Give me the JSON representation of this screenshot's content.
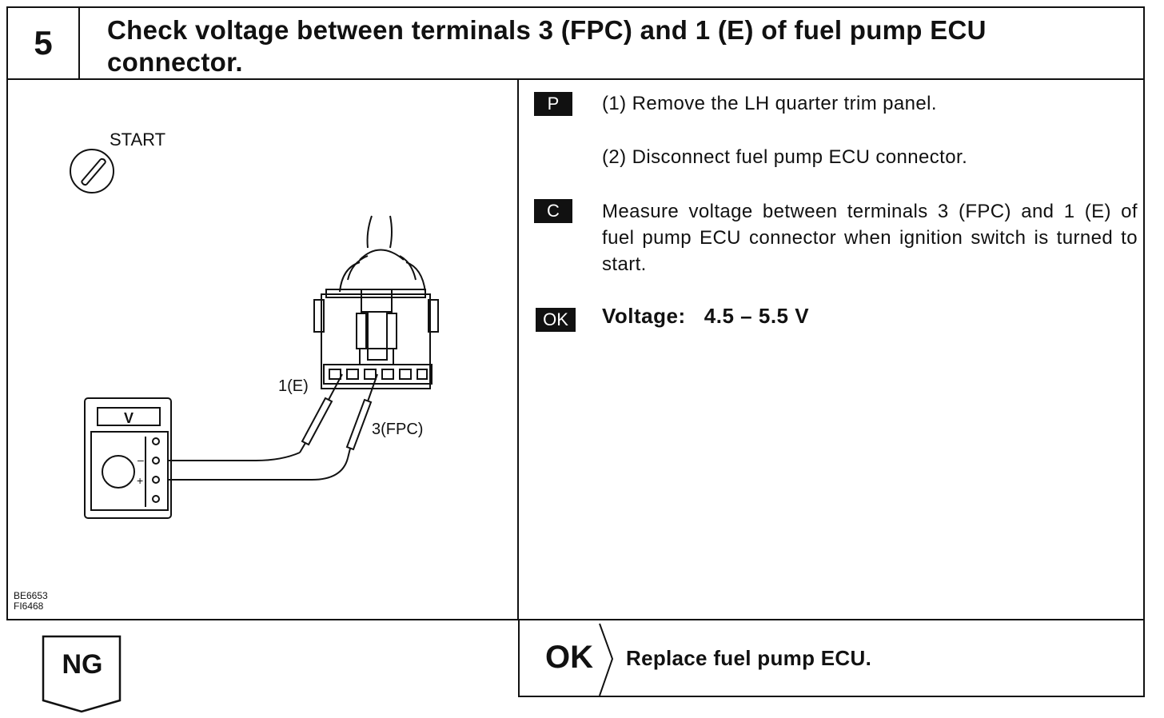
{
  "header": {
    "step_number": "5",
    "title_line1": "Check voltage between terminals 3 (FPC) and 1 (E) of fuel pump ECU",
    "title_line2": "connector."
  },
  "figure": {
    "switch_label": "START",
    "meter_label": "V",
    "terminal_1_label": "1(E)",
    "terminal_3_label": "3(FPC)",
    "minus_sign": "–",
    "plus_sign": "+",
    "fig_code_1": "BE6653",
    "fig_code_2": "FI6468"
  },
  "instructions": {
    "prep_badge": "P",
    "step1": "(1)  Remove the LH quarter trim panel.",
    "step2": "(2)  Disconnect fuel pump ECU connector.",
    "check_badge": "C",
    "measure_text": "Measure voltage between terminals 3 (FPC) and 1 (E) of fuel pump ECU connector when ignition switch is turned to start.",
    "ok_badge": "OK",
    "voltage_spec": "Voltage:   4.5 – 5.5 V"
  },
  "results": {
    "ok_label": "OK",
    "ok_action": "Replace fuel pump ECU.",
    "ng_label": "NG"
  }
}
